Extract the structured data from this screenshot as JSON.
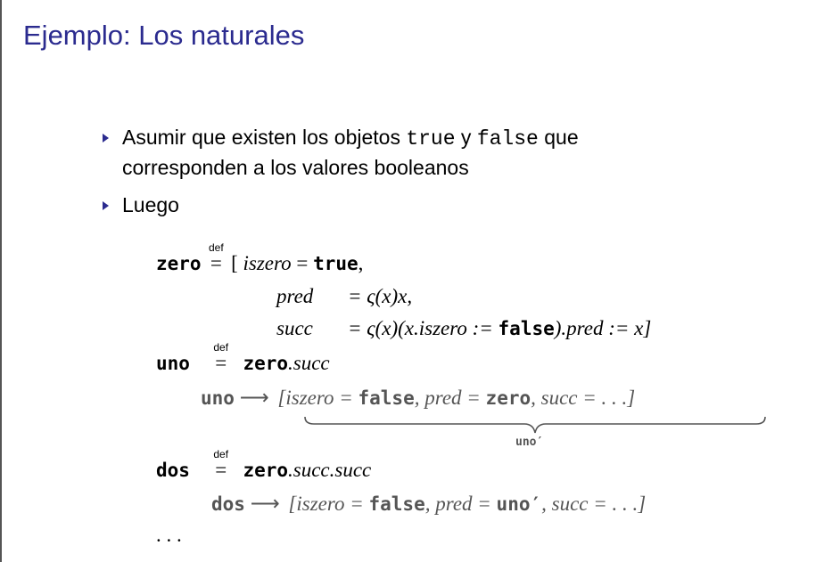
{
  "title": "Ejemplo: Los naturales",
  "bullets": [
    {
      "line1_pre": "Asumir que existen los objetos ",
      "code1": "true",
      "mid": " y ",
      "code2": "false",
      "line1_post": " que",
      "line2": "corresponden a los valores booleanos"
    },
    {
      "text": "Luego"
    }
  ],
  "defs": {
    "def_symbol": "def",
    "zero": {
      "name": "zero",
      "open": "[",
      "l1_field": "iszero",
      "l1_eq": "=",
      "l1_val": "true",
      "l1_comma": ",",
      "l2_field": "pred",
      "l2_rest": "= ς(x)x,",
      "l3_field": "succ",
      "l3_a": "= ς(x)(x.iszero := ",
      "l3_false": "false",
      "l3_b": ").pred := x]"
    },
    "uno": {
      "name": "uno",
      "rhs_obj": "zero",
      "rhs_meth": ".succ",
      "arrow_name": "uno",
      "arrow": "⟶",
      "r1": "[iszero = ",
      "r_false": "false",
      "r2": ", pred = ",
      "r_zero": "zero",
      "r3": ", succ = . . .]",
      "brace_label": "uno′"
    },
    "dos": {
      "name": "dos",
      "rhs_obj": "zero",
      "rhs_meth": ".succ.succ",
      "arrow_name": "dos",
      "arrow": "⟶",
      "r1": "[iszero = ",
      "r_false": "false",
      "r2": ", pred = ",
      "r_uno": "uno′",
      "r3": ", succ = . . .]"
    },
    "ellipsis": ". . ."
  },
  "colors": {
    "title": "#2b2b8f",
    "bullet_marker": "#2b2b8f",
    "gray_text": "#555555"
  }
}
